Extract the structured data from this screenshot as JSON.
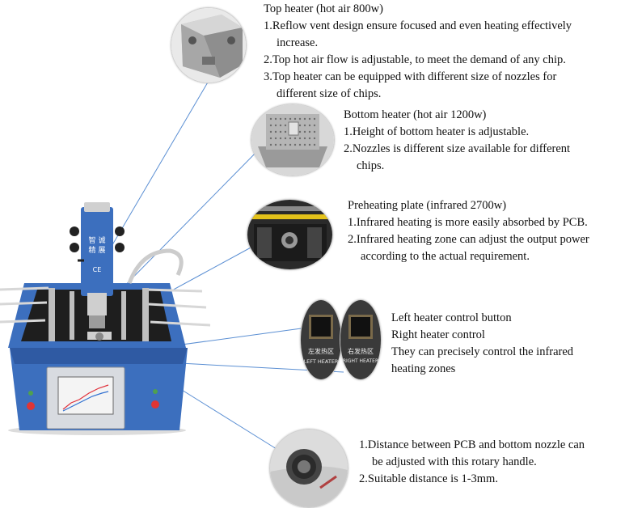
{
  "top_heater": {
    "title": "Top heater (hot air 800w)",
    "items": [
      "1.Reflow vent design ensure focused and even heating effectively",
      "increase.",
      "2.Top hot air flow is adjustable, to meet the demand of any chip.",
      "3.Top heater can be equipped with different size of nozzles for",
      "different size of chips."
    ]
  },
  "bottom_heater": {
    "title": "Bottom heater (hot air 1200w)",
    "items": [
      "1.Height of bottom heater is adjustable.",
      "2.Nozzles is different size available for different",
      "chips."
    ]
  },
  "preheating_plate": {
    "title": "Preheating plate (infrared 2700w)",
    "items": [
      "1.Infrared heating is more easily absorbed by PCB.",
      "2.Infrared heating zone can adjust the output power",
      "according to the actual requirement."
    ]
  },
  "heater_control": {
    "lines": [
      "Left heater control button",
      "Right heater control",
      "They can precisely control the infrared",
      "heating zones"
    ],
    "left_button_label_cn": "左发热区",
    "left_button_label_en": "LEFT HEATER",
    "right_button_label_cn": "右发热区",
    "right_button_label_en": "RIGHT HEATER"
  },
  "rotary_handle": {
    "items": [
      "1.Distance between PCB and bottom nozzle can",
      "be adjusted with this rotary handle.",
      "2.Suitable distance is 1-3mm."
    ]
  },
  "machine": {
    "brand_cn": "智诚精展",
    "ce_mark": "CE"
  },
  "colors": {
    "machine_blue": "#3c6fbe",
    "callout_line": "#5b8fd3",
    "text": "#111111"
  }
}
